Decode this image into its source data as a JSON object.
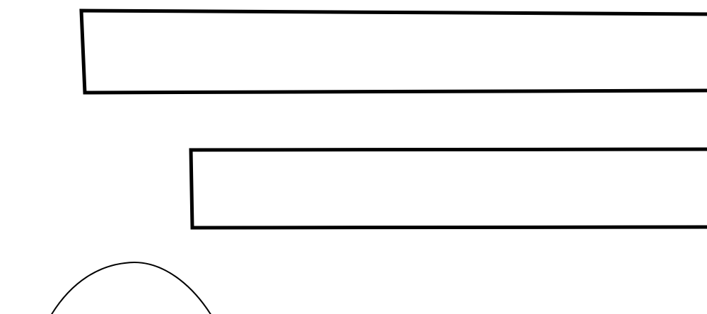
{
  "sketch": {
    "stroke_color": "#000000",
    "background_color": "#ffffff",
    "shapes": [
      "rectangle",
      "rectangle",
      "arc"
    ]
  }
}
